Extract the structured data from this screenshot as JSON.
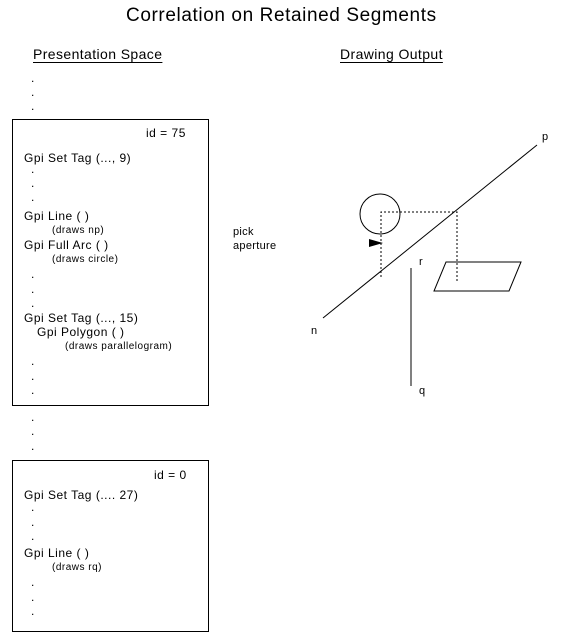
{
  "title": "Correlation on Retained Segments",
  "presentation_space": {
    "heading": "Presentation Space",
    "top_dots": [
      ".",
      ".",
      "."
    ],
    "segment1": {
      "id_label": "id  =  75",
      "set_tag_9": "Gpi  Set  Tag  (...,  9)",
      "dots_a": [
        ".",
        ".",
        "."
      ],
      "line_call": "Gpi  Line  ( )",
      "line_note": "(draws  np)",
      "arc_call": "Gpi  Full  Arc  ( )",
      "arc_note": "(draws  circle)",
      "dots_b": [
        ".",
        ".",
        "."
      ],
      "set_tag_15": "Gpi  Set  Tag  (...,  15)",
      "polygon_call": "Gpi  Polygon  ( )",
      "polygon_note": "(draws  parallelogram)",
      "dots_c": [
        ".",
        ".",
        "."
      ]
    },
    "between_dots": [
      ".",
      ".",
      "."
    ],
    "segment2": {
      "id_label": "id  =  0",
      "set_tag_27": "Gpi  Set  Tag  (....  27)",
      "dots_a": [
        ".",
        ".",
        "."
      ],
      "line_call": "Gpi  Line  ( )",
      "line_note": "(draws  rq)",
      "dots_b": [
        ".",
        ".",
        "."
      ]
    }
  },
  "drawing_output": {
    "heading": "Drawing  Output",
    "pick_label": "pick",
    "aperture_label": "aperture",
    "point_p": "p",
    "point_n": "n",
    "point_r": "r",
    "point_q": "q"
  }
}
